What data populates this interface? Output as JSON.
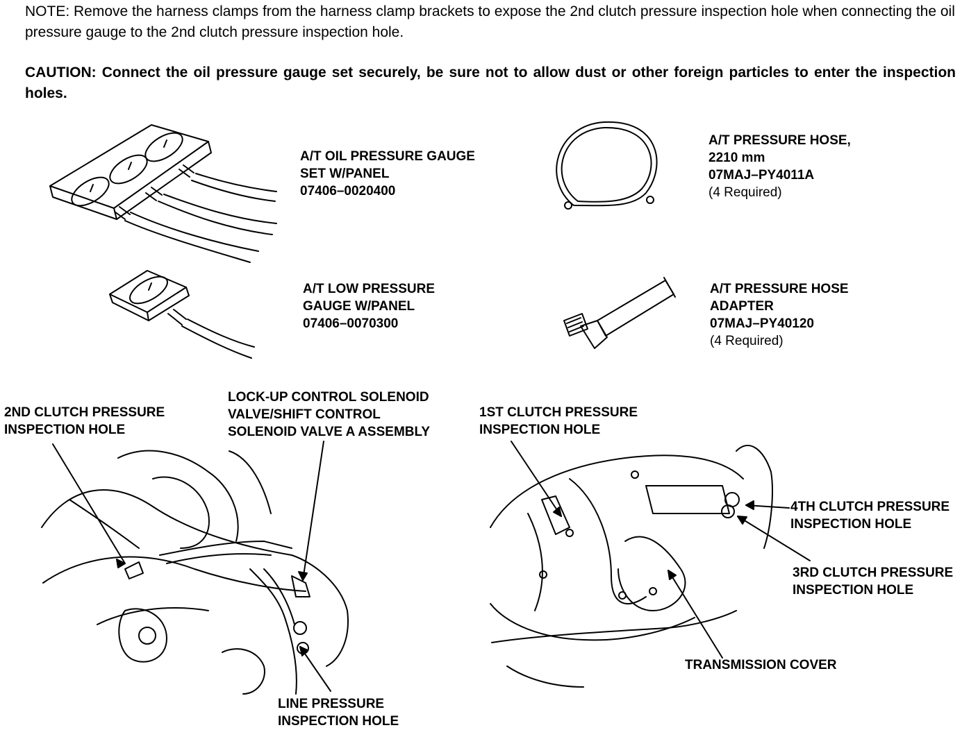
{
  "note": "NOTE:  Remove the harness clamps from the harness clamp brackets to expose the 2nd clutch pressure inspection hole when connecting the oil pressure gauge to the 2nd clutch pressure inspection hole.",
  "caution": "CAUTION:  Connect the oil pressure gauge set securely, be sure not to allow dust or other foreign particles to enter the inspection holes.",
  "tools": {
    "oil_gauge_set": {
      "line1": "A/T OIL PRESSURE GAUGE",
      "line2": "SET W/PANEL",
      "part": "07406–0020400"
    },
    "pressure_hose": {
      "line1": "A/T PRESSURE HOSE,",
      "line2": "2210 mm",
      "part": "07MAJ–PY4011A",
      "qty": "(4 Required)"
    },
    "low_gauge": {
      "line1": "A/T LOW PRESSURE",
      "line2": "GAUGE W/PANEL",
      "part": "07406–0070300"
    },
    "hose_adapter": {
      "line1": "A/T PRESSURE HOSE",
      "line2": "ADAPTER",
      "part": "07MAJ–PY40120",
      "qty": "(4 Required)"
    }
  },
  "callouts": {
    "second_clutch": {
      "line1": "2ND CLUTCH PRESSURE",
      "line2": "INSPECTION HOLE"
    },
    "lockup_solenoid": {
      "line1": "LOCK-UP CONTROL SOLENOID",
      "line2": "VALVE/SHIFT CONTROL",
      "line3": "SOLENOID VALVE A ASSEMBLY"
    },
    "line_pressure": {
      "line1": "LINE PRESSURE",
      "line2": "INSPECTION HOLE"
    },
    "first_clutch": {
      "line1": "1ST CLUTCH PRESSURE",
      "line2": "INSPECTION HOLE"
    },
    "fourth_clutch": {
      "line1": "4TH CLUTCH PRESSURE",
      "line2": "INSPECTION HOLE"
    },
    "third_clutch": {
      "line1": "3RD CLUTCH PRESSURE",
      "line2": "INSPECTION HOLE"
    },
    "transmission_cover": {
      "line1": "TRANSMISSION COVER"
    }
  }
}
